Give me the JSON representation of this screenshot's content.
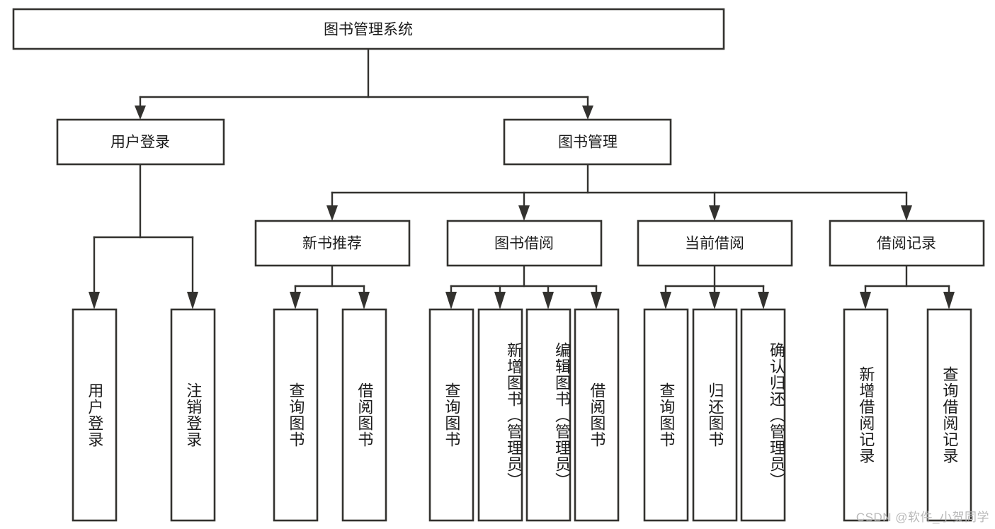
{
  "diagram": {
    "title": "图书管理系统",
    "type": "tree-hierarchy",
    "orientation": "top-down",
    "root": {
      "label": "图书管理系统"
    },
    "level2": [
      {
        "label": "用户登录"
      },
      {
        "label": "图书管理"
      }
    ],
    "level3": [
      {
        "label": "新书推荐"
      },
      {
        "label": "图书借阅"
      },
      {
        "label": "当前借阅"
      },
      {
        "label": "借阅记录"
      }
    ],
    "leaves": {
      "user_login": [
        {
          "label": "用户登录"
        },
        {
          "label": "注销登录"
        }
      ],
      "new_book_recommend": [
        {
          "label": "查询图书"
        },
        {
          "label": "借阅图书"
        }
      ],
      "book_borrow": [
        {
          "label": "查询图书"
        },
        {
          "label": "新增图书（管理员）"
        },
        {
          "label": "编辑图书（管理员）"
        },
        {
          "label": "借阅图书"
        }
      ],
      "current_borrow": [
        {
          "label": "查询图书"
        },
        {
          "label": "归还图书"
        },
        {
          "label": "确认归还（管理员）"
        }
      ],
      "borrow_record": [
        {
          "label": "新增借阅记录"
        },
        {
          "label": "查询借阅记录"
        }
      ]
    }
  },
  "watermark": {
    "text": "CSDN @软件_小贺同学"
  },
  "colors": {
    "box_stroke": "#33322f",
    "box_fill": "#ffffff",
    "text": "#1b1b1b",
    "background": "#ffffff",
    "watermark": "#b9b9b9"
  }
}
